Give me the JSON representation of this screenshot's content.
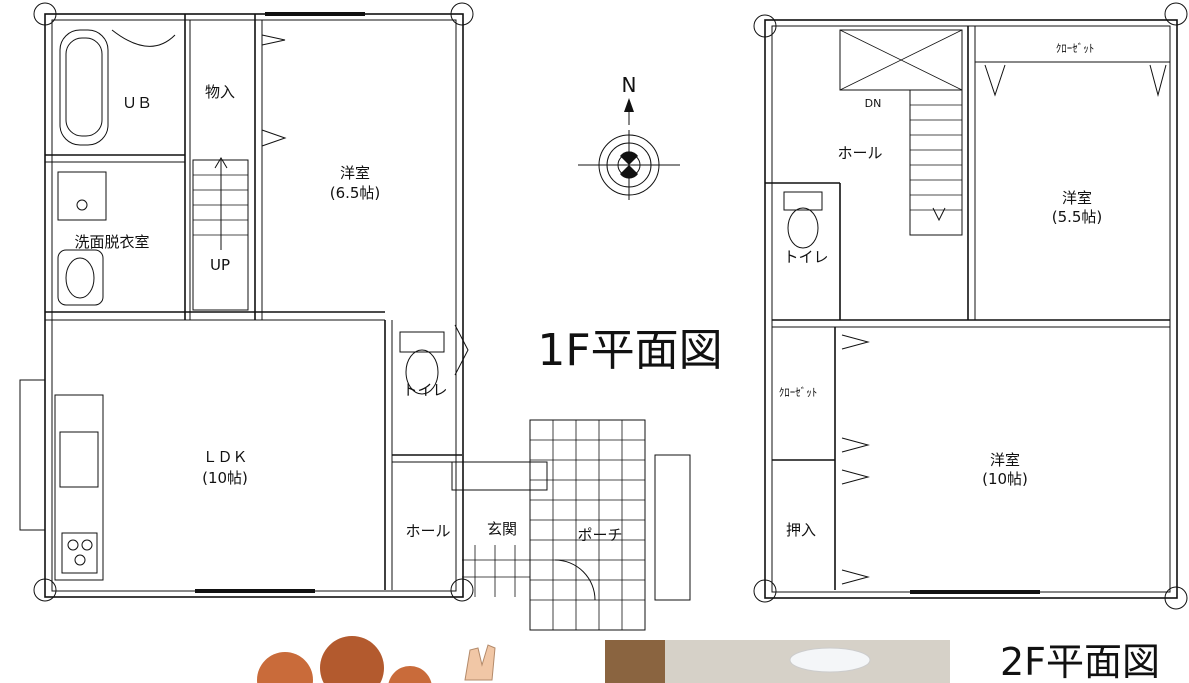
{
  "plan1": {
    "title": "1F平面図",
    "rooms": {
      "ub": "ＵＢ",
      "storage": "物入",
      "western": "洋室",
      "western_size": "(6.5帖)",
      "washroom": "洗面脱衣室",
      "up": "UP",
      "toilet": "トイレ",
      "ldk": "ＬＤＫ",
      "ldk_size": "(10帖)",
      "hall": "ホール",
      "entrance": "玄関",
      "porch": "ポーチ"
    }
  },
  "plan2": {
    "title": "2F平面図",
    "rooms": {
      "dn": "DN",
      "closet_top": "ｸﾛｰｾﾞｯﾄ",
      "hall": "ホール",
      "western_a": "洋室",
      "western_a_size": "(5.5帖)",
      "toilet": "トイレ",
      "closet_mid": "ｸﾛｰｾﾞｯﾄ",
      "western_b": "洋室",
      "western_b_size": "(10帖)",
      "oshiire": "押入"
    }
  },
  "compass": {
    "label": "N"
  }
}
